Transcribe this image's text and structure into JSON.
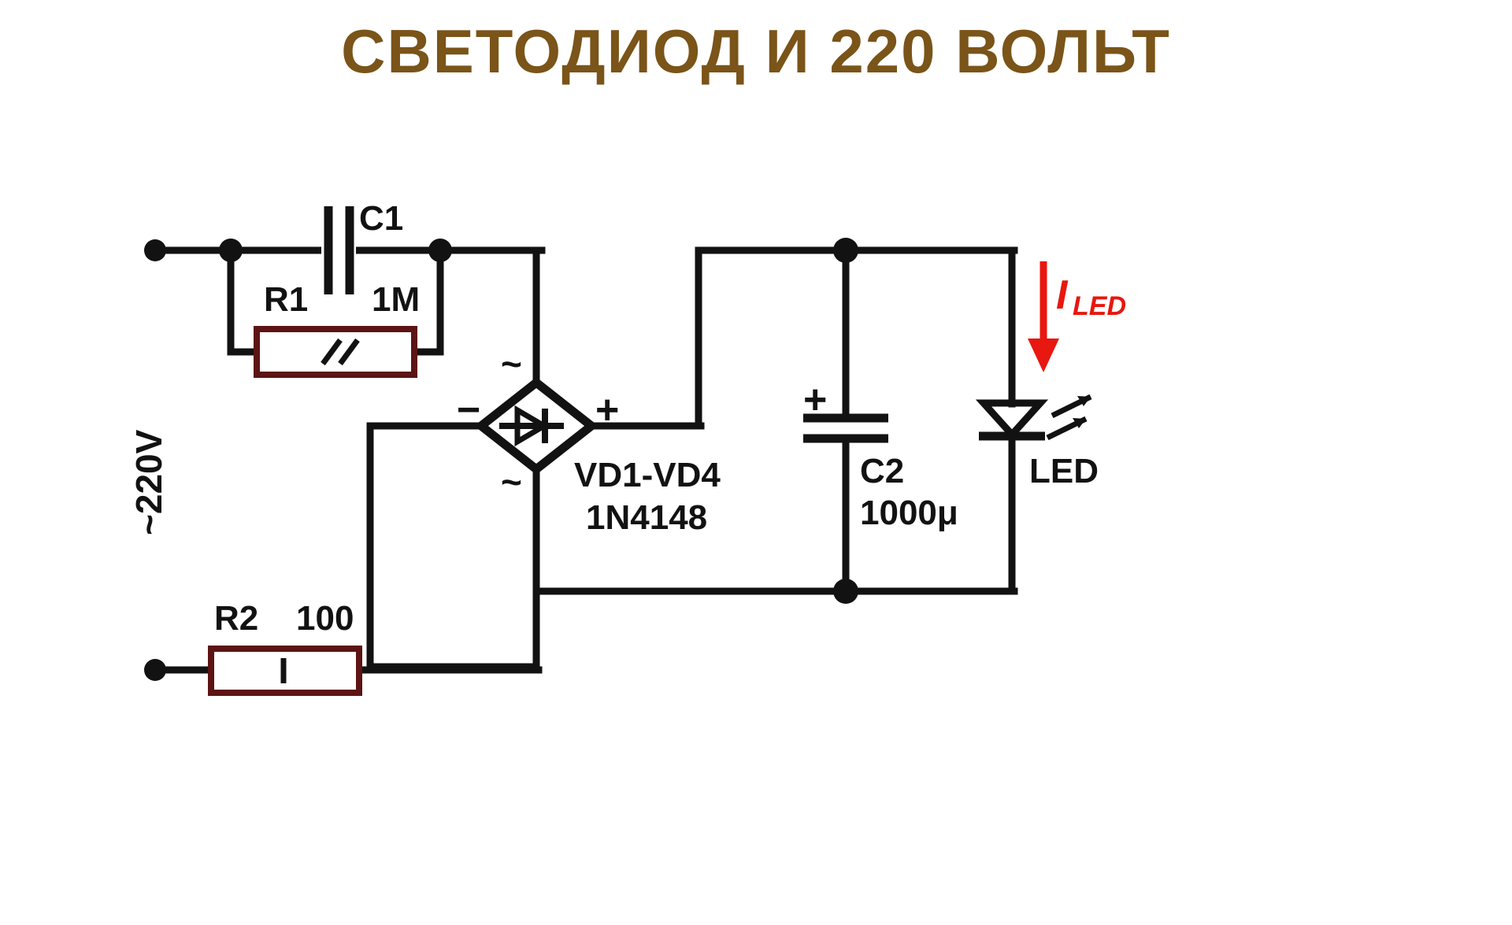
{
  "title": "СВЕТОДИОД И 220 ВОЛЬТ",
  "title_color": "#7a5418",
  "background_color": "#ffffff",
  "wire_color": "#121212",
  "resistor_outline_color": "#5c1414",
  "current_arrow_color": "#e8170f",
  "source": {
    "label": "~220V"
  },
  "components": {
    "c1": {
      "designator": "C1",
      "icon": "capacitor-icon"
    },
    "r1": {
      "designator": "R1",
      "value": "1M",
      "body_mark": "//",
      "icon": "resistor-icon"
    },
    "bridge": {
      "name": "VD1-VD4",
      "part": "1N4148",
      "ac_top": "~",
      "ac_bottom": "~",
      "minus": "−",
      "plus": "+",
      "icon": "bridge-rectifier-icon"
    },
    "c2": {
      "designator": "C2",
      "value": "1000μ",
      "polarity": "+",
      "icon": "electrolytic-capacitor-icon"
    },
    "led": {
      "label": "LED",
      "icon": "led-icon"
    },
    "r2": {
      "designator": "R2",
      "value": "100",
      "body_mark": "I",
      "icon": "resistor-icon"
    }
  },
  "annotations": {
    "current": {
      "symbol": "I",
      "subscript": "LED",
      "icon": "down-arrow-icon"
    }
  }
}
